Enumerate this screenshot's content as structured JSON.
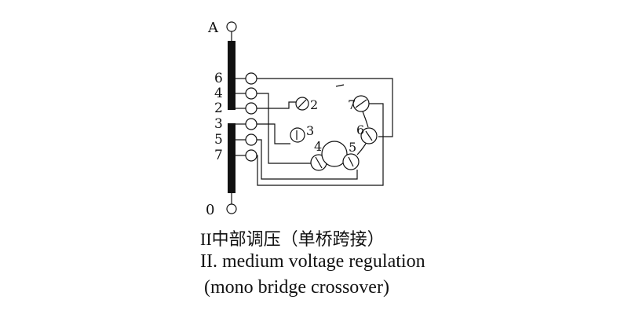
{
  "terminals": {
    "top": "A",
    "bottom": "0"
  },
  "winding_tap_labels": [
    "6",
    "4",
    "2",
    "3",
    "5",
    "7"
  ],
  "selector_contacts": {
    "c2": "2",
    "c3": "3",
    "c4": "4",
    "c5": "5",
    "c6": "6",
    "c7": "7"
  },
  "caption": {
    "chinese": "II中部调压（单桥跨接）",
    "english_line1": "II. medium voltage regulation",
    "english_line2": "(mono bridge crossover)"
  }
}
